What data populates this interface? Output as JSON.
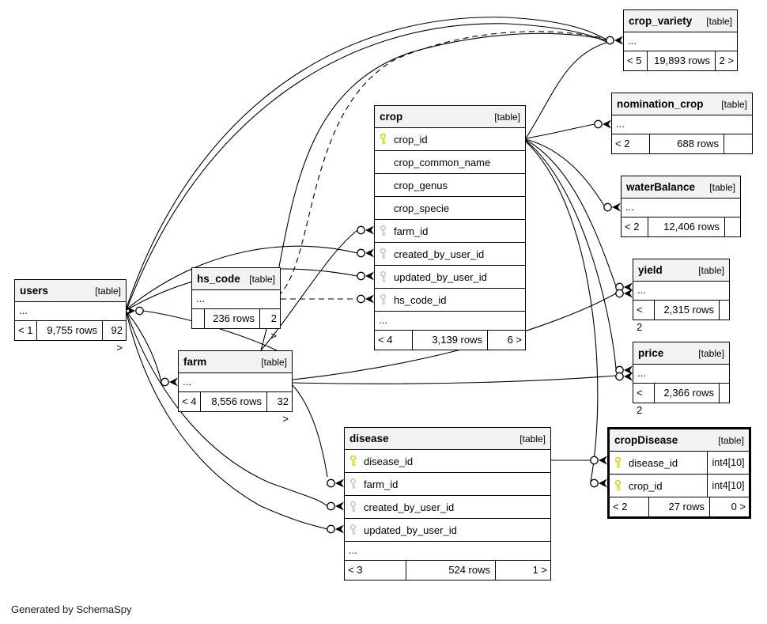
{
  "footer_note": "Generated by SchemaSpy",
  "colors": {
    "primary_key_icon": "#dcd805",
    "foreign_key_icon": "#c9c9c9",
    "table_header_bg": "#f2f2f2",
    "line": "#000000"
  },
  "tables": [
    {
      "name": "crop_variety",
      "type_label": "[table]",
      "more": "...",
      "footer": {
        "left": "< 5",
        "center": "19,893 rows",
        "right": "2 >"
      }
    },
    {
      "name": "nomination_crop",
      "type_label": "[table]",
      "more": "...",
      "footer": {
        "left": "< 2",
        "center": "688 rows",
        "right": ""
      }
    },
    {
      "name": "waterBalance",
      "type_label": "[table]",
      "more": "...",
      "footer": {
        "left": "< 2",
        "center": "12,406 rows",
        "right": ""
      }
    },
    {
      "name": "yield",
      "type_label": "[table]",
      "more": "...",
      "footer": {
        "left": "< 2",
        "center": "2,315 rows",
        "right": ""
      }
    },
    {
      "name": "price",
      "type_label": "[table]",
      "more": "...",
      "footer": {
        "left": "< 2",
        "center": "2,366 rows",
        "right": ""
      }
    },
    {
      "name": "cropDisease",
      "type_label": "[table]",
      "fields": [
        {
          "name": "disease_id",
          "type": "int4[10]",
          "key": "primary"
        },
        {
          "name": "crop_id",
          "type": "int4[10]",
          "key": "primary"
        }
      ],
      "footer": {
        "left": "< 2",
        "center": "27 rows",
        "right": "0 >"
      }
    },
    {
      "name": "crop",
      "type_label": "[table]",
      "fields": [
        {
          "name": "crop_id",
          "key": "primary"
        },
        {
          "name": "crop_common_name",
          "key": "none"
        },
        {
          "name": "crop_genus",
          "key": "none"
        },
        {
          "name": "crop_specie",
          "key": "none"
        },
        {
          "name": "farm_id",
          "key": "foreign"
        },
        {
          "name": "created_by_user_id",
          "key": "foreign"
        },
        {
          "name": "updated_by_user_id",
          "key": "foreign"
        },
        {
          "name": "hs_code_id",
          "key": "foreign"
        }
      ],
      "more": "...",
      "footer": {
        "left": "< 4",
        "center": "3,139 rows",
        "right": "6 >"
      }
    },
    {
      "name": "hs_code",
      "type_label": "[table]",
      "more": "...",
      "footer": {
        "left": "",
        "center": "236 rows",
        "right": "2 >"
      }
    },
    {
      "name": "users",
      "type_label": "[table]",
      "more": "...",
      "footer": {
        "left": "< 1",
        "center": "9,755 rows",
        "right": "92 >"
      }
    },
    {
      "name": "farm",
      "type_label": "[table]",
      "more": "...",
      "footer": {
        "left": "< 4",
        "center": "8,556 rows",
        "right": "32 >"
      }
    },
    {
      "name": "disease",
      "type_label": "[table]",
      "fields": [
        {
          "name": "disease_id",
          "key": "primary"
        },
        {
          "name": "farm_id",
          "key": "foreign"
        },
        {
          "name": "created_by_user_id",
          "key": "foreign"
        },
        {
          "name": "updated_by_user_id",
          "key": "foreign"
        }
      ],
      "more": "...",
      "footer": {
        "left": "< 3",
        "center": "524 rows",
        "right": "1 >"
      }
    }
  ]
}
